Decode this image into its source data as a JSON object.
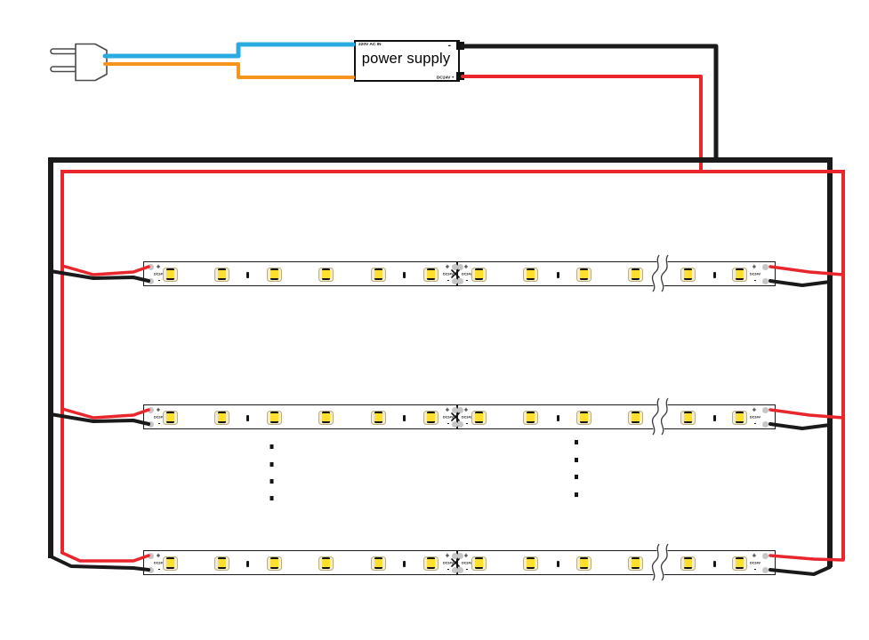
{
  "power_supply": {
    "name": "power supply",
    "ac_input_label": "220V AC IN",
    "dc_output_label": "DC24V +",
    "negative_terminal_label": "-"
  },
  "led_strip": {
    "labels": {
      "positive": "+",
      "negative": "-",
      "voltage": "DC24V"
    },
    "rows": 3,
    "leds_visible_per_row": 12,
    "cut_marks_per_row": 4,
    "mid_solder_joint": true,
    "length_break_symbol": true,
    "continuation_dot_columns": 2
  },
  "colors": {
    "ac_live_wire": "#29abe2",
    "ac_neutral_wire": "#f7941e",
    "dc_positive_wire": "#e8262c",
    "dc_negative_wire": "#1a1a1a",
    "led_yellow": "#ffdf2e",
    "led_body": "#f6eecb",
    "solder_pad": "#c6c6c6"
  }
}
